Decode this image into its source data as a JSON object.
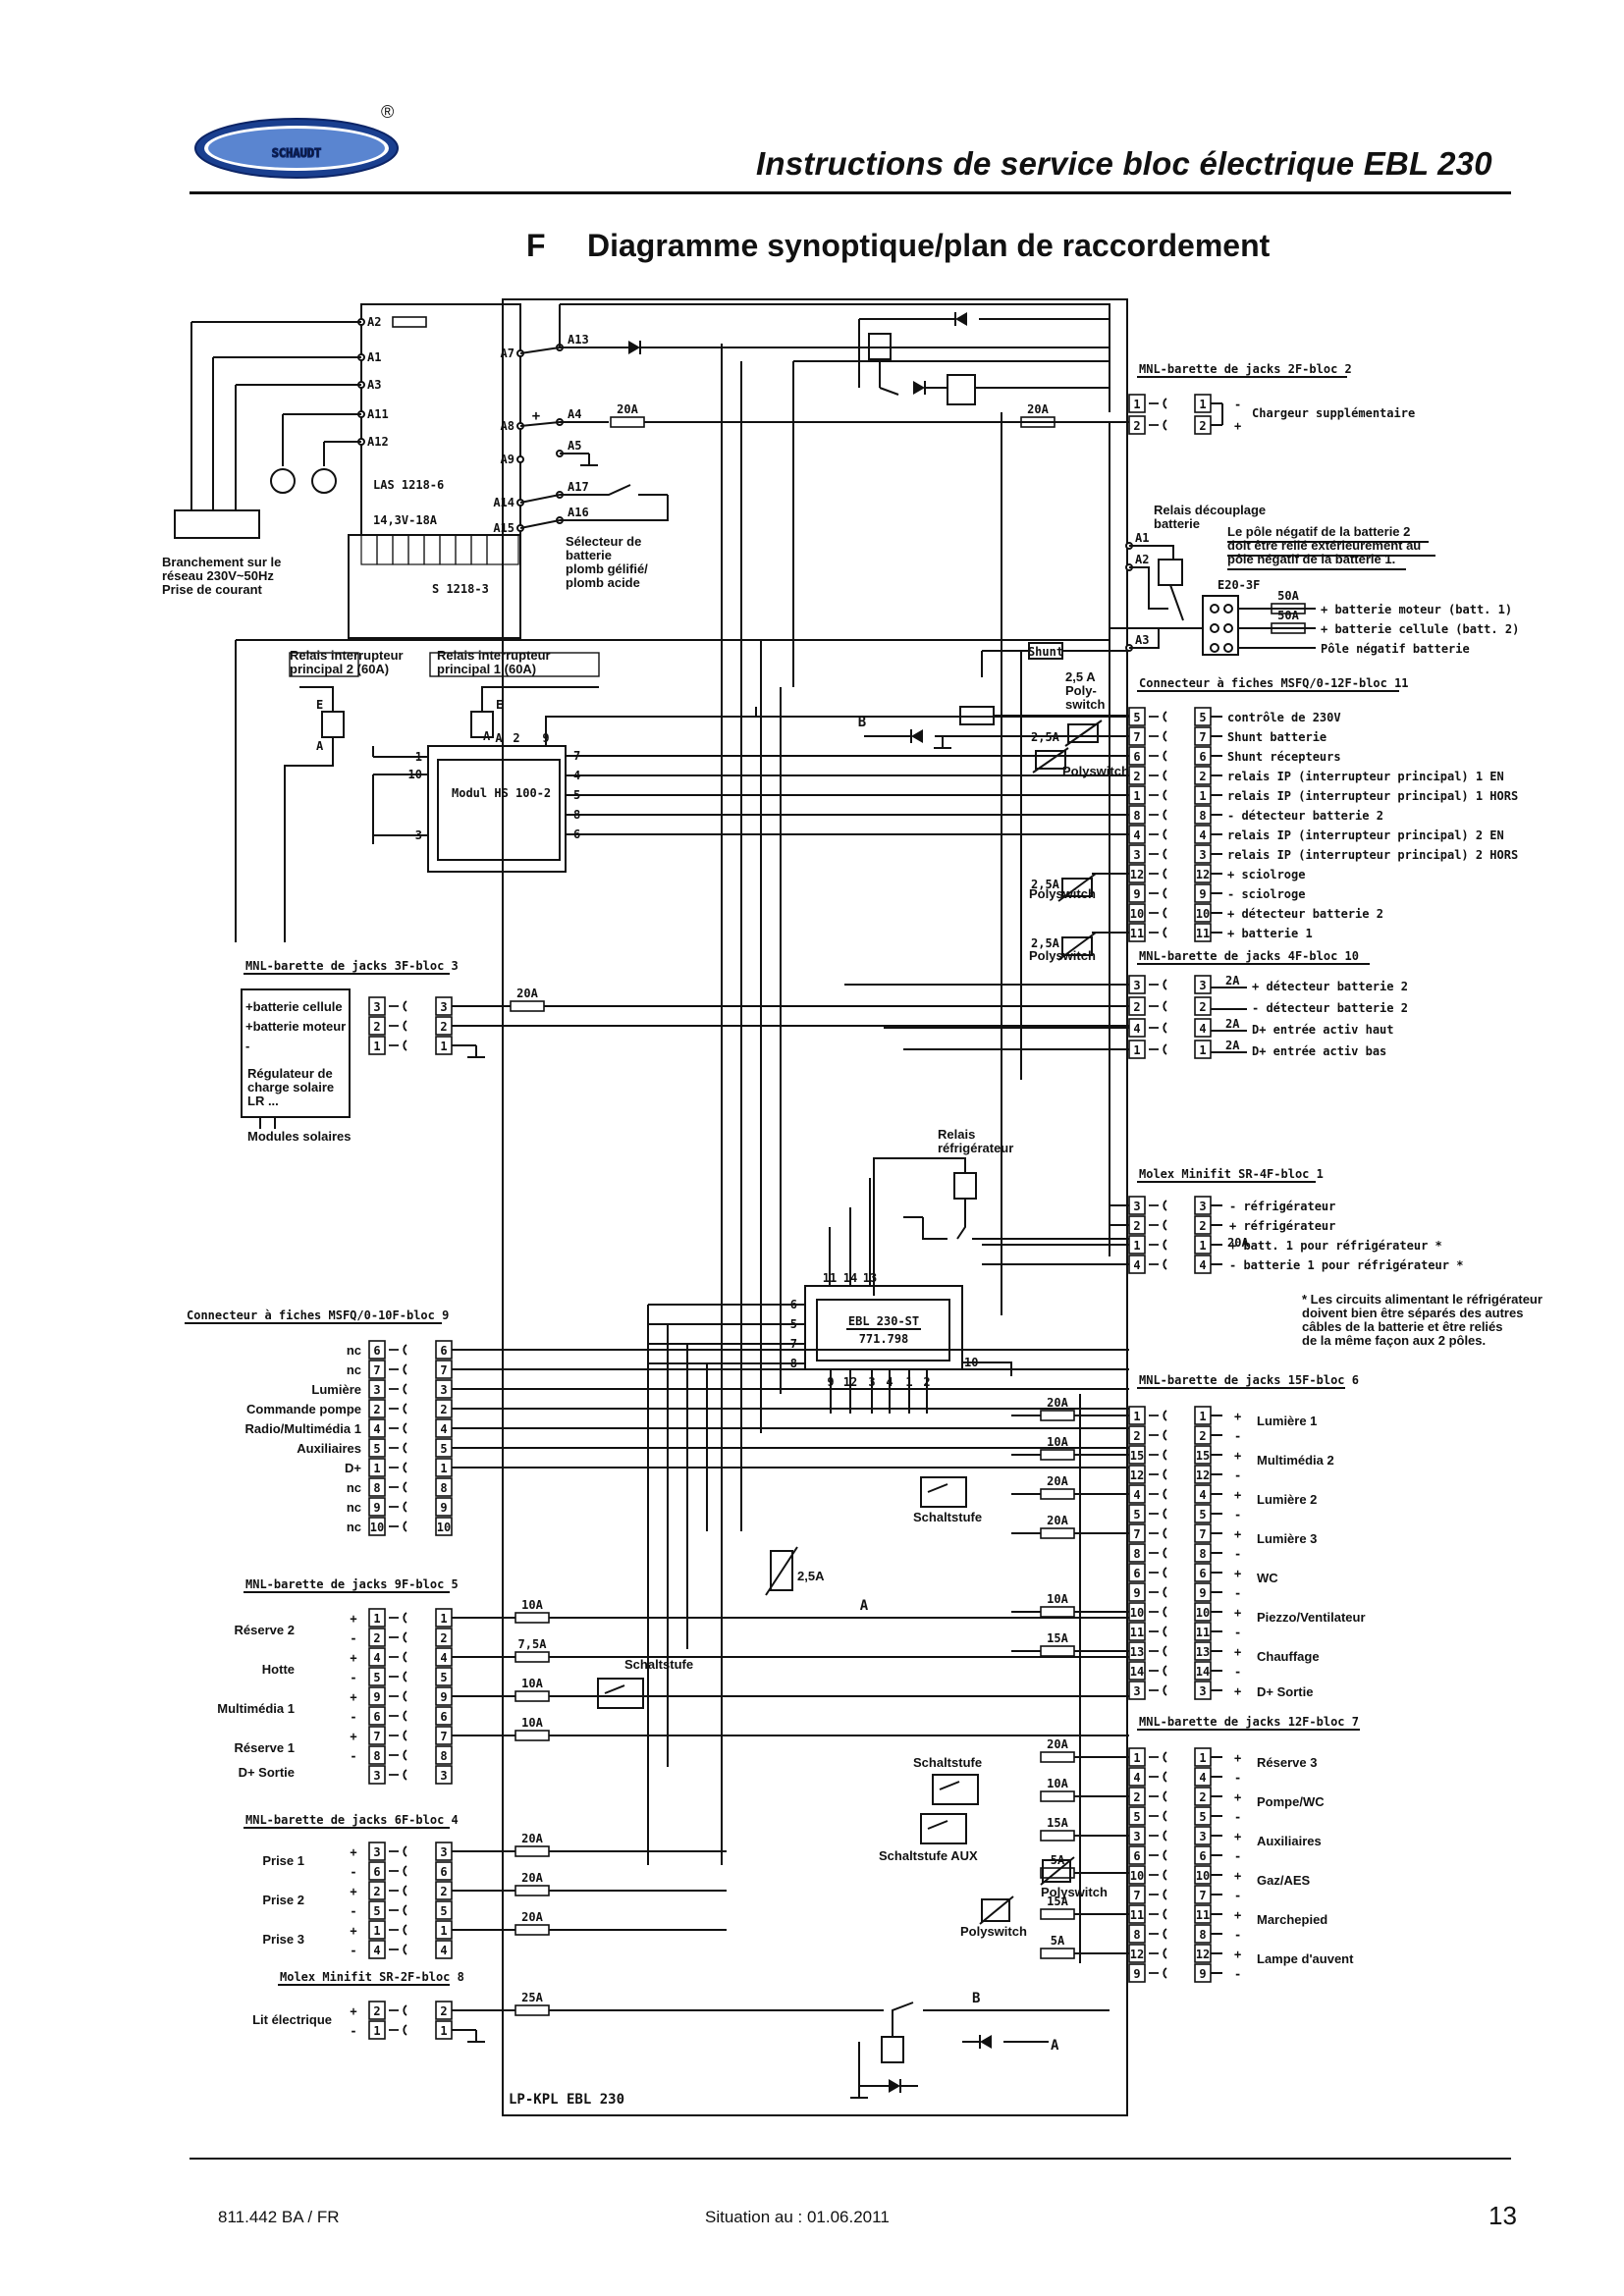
{
  "header": {
    "logo_text": "SCHAUDT",
    "registered": "®",
    "title": "Instructions de service bloc électrique EBL 230"
  },
  "section": {
    "letter": "F",
    "title": "Diagramme synoptique/plan de raccordement"
  },
  "footer": {
    "doc_number": "811.442 BA / FR",
    "status": "Situation au : 01.06.2011",
    "page": "13"
  },
  "diagram": {
    "las": {
      "pins_left": [
        "A2",
        "A1",
        "A3",
        "A11",
        "A12"
      ],
      "pins_right": [
        "A7",
        "A8",
        "A9",
        "A14",
        "A15"
      ],
      "name": "LAS 1218-6",
      "rating": "14,3V-18A",
      "sub": "S 1218-3",
      "plus": "+"
    },
    "mains": [
      "Branchement sur le",
      "réseau 230V~50Hz",
      "Prise de courant"
    ],
    "battery_selector": {
      "pins": [
        "A13",
        "A4",
        "A5",
        "A17",
        "A16"
      ],
      "label": [
        "Sélecteur de",
        "batterie",
        "plomb gélifié/",
        "plomb acide"
      ]
    },
    "fuses_top": [
      "20A",
      "20A"
    ],
    "block2": {
      "title": "MNL-barette de jacks 2F-bloc 2",
      "rows": [
        {
          "pin": "1",
          "sign": "-",
          "label": "Chargeur supplémentaire"
        },
        {
          "pin": "2",
          "sign": "+",
          "label": ""
        }
      ]
    },
    "relais_decouplage": [
      "Relais découplage",
      "batterie"
    ],
    "pole_note": [
      "Le pôle négatif de la batterie 2",
      "doit être relié extérieurement au",
      "pôle négatif de la batterie 1."
    ],
    "e20": {
      "title": "E20-3F",
      "pins": [
        "A1",
        "A2",
        "A3"
      ],
      "rows": [
        {
          "fuse": "50A",
          "label": "+ batterie moteur (batt. 1)"
        },
        {
          "fuse": "50A",
          "label": "+ batterie cellule (batt. 2)"
        },
        {
          "fuse": "",
          "label": "Pôle négatif batterie"
        }
      ]
    },
    "shunt": "Shunt",
    "polyswitch_25": [
      "2,5 A",
      "Poly-",
      "switch"
    ],
    "polyswitch_label": "Polyswitch",
    "poly_25a": "2,5A",
    "relais_ip2": [
      "Relais interrupteur",
      "principal 2 (60A)"
    ],
    "relais_ip1": [
      "Relais interrupteur",
      "principal 1 (60A)"
    ],
    "hs100": {
      "name": "Modul HS 100-2",
      "pins_left": [
        "1",
        "10",
        "3"
      ],
      "pins_right": [
        "7",
        "4",
        "5",
        "8",
        "6"
      ],
      "top": [
        "A",
        "2",
        "9"
      ],
      "ea": [
        "E",
        "A",
        "E",
        "A"
      ]
    },
    "b_mark": "B",
    "block11": {
      "title": "Connecteur à fiches MSFQ/0-12F-bloc 11",
      "rows": [
        {
          "pin": "5",
          "label": "contrôle de 230V"
        },
        {
          "pin": "7",
          "label": "Shunt batterie"
        },
        {
          "pin": "6",
          "label": "Shunt récepteurs"
        },
        {
          "pin": "2",
          "label": "relais IP (interrupteur principal) 1 EN"
        },
        {
          "pin": "1",
          "label": "relais IP (interrupteur principal) 1 HORS"
        },
        {
          "pin": "8",
          "label": "- détecteur batterie 2"
        },
        {
          "pin": "4",
          "label": "relais IP (interrupteur principal) 2 EN"
        },
        {
          "pin": "3",
          "label": "relais IP (interrupteur principal) 2 HORS"
        },
        {
          "pin": "12",
          "label": "+ sciolroge"
        },
        {
          "pin": "9",
          "label": "- sciolroge"
        },
        {
          "pin": "10",
          "label": "+ détecteur batterie 2"
        },
        {
          "pin": "11",
          "label": "+ batterie 1"
        }
      ]
    },
    "block3": {
      "title": "MNL-barette de jacks 3F-bloc 3",
      "fuse": "20A",
      "rows": [
        {
          "pin": "3",
          "label": "+batterie cellule"
        },
        {
          "pin": "2",
          "label": "+batterie moteur"
        },
        {
          "pin": "1",
          "label": "-"
        }
      ],
      "regulator": [
        "Régulateur de",
        "charge solaire",
        "LR ..."
      ],
      "modules": "Modules solaires"
    },
    "block10": {
      "title": "MNL-barette de jacks 4F-bloc 10",
      "rows": [
        {
          "pin": "3",
          "out": "3",
          "fuse": "2A",
          "label": "+ détecteur batterie 2"
        },
        {
          "pin": "2",
          "out": "2",
          "fuse": "",
          "label": "- détecteur batterie 2"
        },
        {
          "pin": "4",
          "out": "4",
          "fuse": "2A",
          "label": "D+ entrée activ haut"
        },
        {
          "pin": "1",
          "out": "1",
          "fuse": "2A",
          "label": "D+ entrée activ bas"
        }
      ]
    },
    "relais_frigo": [
      "Relais",
      "réfrigérateur"
    ],
    "block1": {
      "title": "Molex Minifit SR-4F-bloc 1",
      "rows": [
        {
          "pin": "3",
          "fuse": "",
          "label": "- réfrigérateur"
        },
        {
          "pin": "2",
          "fuse": "",
          "label": "+ réfrigérateur"
        },
        {
          "pin": "1",
          "fuse": "20A",
          "label": "+ batt. 1 pour réfrigérateur *"
        },
        {
          "pin": "4",
          "fuse": "",
          "label": "- batterie 1 pour réfrigérateur *"
        }
      ],
      "note": [
        "* Les circuits alimentant le réfrigérateur",
        "doivent bien être séparés des autres",
        "câbles de la batterie et être reliés",
        "de la même façon aux 2 pôles."
      ]
    },
    "ebl": {
      "name": "EBL 230-ST",
      "part": "771.798",
      "top": [
        "11",
        "14",
        "13"
      ],
      "left": [
        "6",
        "5",
        "7",
        "8"
      ],
      "bottom": [
        "9",
        "12",
        "3",
        "4",
        "1",
        "2"
      ],
      "right": "10"
    },
    "block9": {
      "title": "Connecteur à fiches MSFQ/0-10F-bloc 9",
      "rows": [
        {
          "pin": "6",
          "label": "nc"
        },
        {
          "pin": "7",
          "label": "nc"
        },
        {
          "pin": "3",
          "label": "Lumière"
        },
        {
          "pin": "2",
          "label": "Commande pompe"
        },
        {
          "pin": "4",
          "label": "Radio/Multimédia 1"
        },
        {
          "pin": "5",
          "label": "Auxiliaires"
        },
        {
          "pin": "1",
          "label": "D+"
        },
        {
          "pin": "8",
          "label": "nc"
        },
        {
          "pin": "9",
          "label": "nc"
        },
        {
          "pin": "10",
          "label": "nc"
        }
      ]
    },
    "block5": {
      "title": "MNL-barette de jacks 9F-bloc 5",
      "rows": [
        "1",
        "2",
        "4",
        "5",
        "9",
        "6",
        "7",
        "8",
        "3"
      ],
      "groups": [
        "Réserve 2",
        "Hotte",
        "Multimédia 1",
        "Réserve 1",
        "D+ Sortie"
      ],
      "fuses": [
        "10A",
        "7,5A",
        "10A",
        "10A"
      ]
    },
    "schaltstufe": "Schaltstufe",
    "schaltstufe_aux": "Schaltstufe AUX",
    "block6": {
      "title": "MNL-barette de jacks 15F-bloc 6",
      "rows": [
        "1",
        "2",
        "15",
        "12",
        "4",
        "5",
        "7",
        "8",
        "6",
        "9",
        "10",
        "11",
        "13",
        "14",
        "3"
      ],
      "groups": [
        "Lumière 1",
        "Multimédia 2",
        "Lumière 2",
        "Lumière 3",
        "WC",
        "Piezzo/Ventilateur",
        "Chauffage",
        "D+ Sortie"
      ],
      "fuses": [
        "20A",
        "10A",
        "20A",
        "20A",
        "10A",
        "15A"
      ]
    },
    "block7": {
      "title": "MNL-barette de jacks 12F-bloc 7",
      "rows": [
        "1",
        "4",
        "2",
        "5",
        "3",
        "6",
        "10",
        "7",
        "11",
        "8",
        "12",
        "9"
      ],
      "groups": [
        "Réserve 3",
        "Pompe/WC",
        "Auxiliaires",
        "Gaz/AES",
        "Marchepied",
        "Lampe d'auvent"
      ],
      "fuses": [
        "20A",
        "10A",
        "15A",
        "5A",
        "15A",
        "5A"
      ]
    },
    "block4": {
      "title": "MNL-barette de jacks 6F-bloc 4",
      "rows": [
        "3",
        "6",
        "2",
        "5",
        "1",
        "4"
      ],
      "groups": [
        "Prise 1",
        "Prise 2",
        "Prise 3"
      ],
      "fuses": [
        "20A",
        "20A",
        "20A"
      ]
    },
    "block8": {
      "title": "Molex Minifit SR-2F-bloc 8",
      "rows": [
        "2",
        "1"
      ],
      "group": "Lit électrique",
      "fuse": "25A"
    },
    "bottom_marks": [
      "B",
      "A",
      "A"
    ],
    "board": "LP-KPL EBL 230",
    "signs": [
      "+",
      "-"
    ]
  }
}
